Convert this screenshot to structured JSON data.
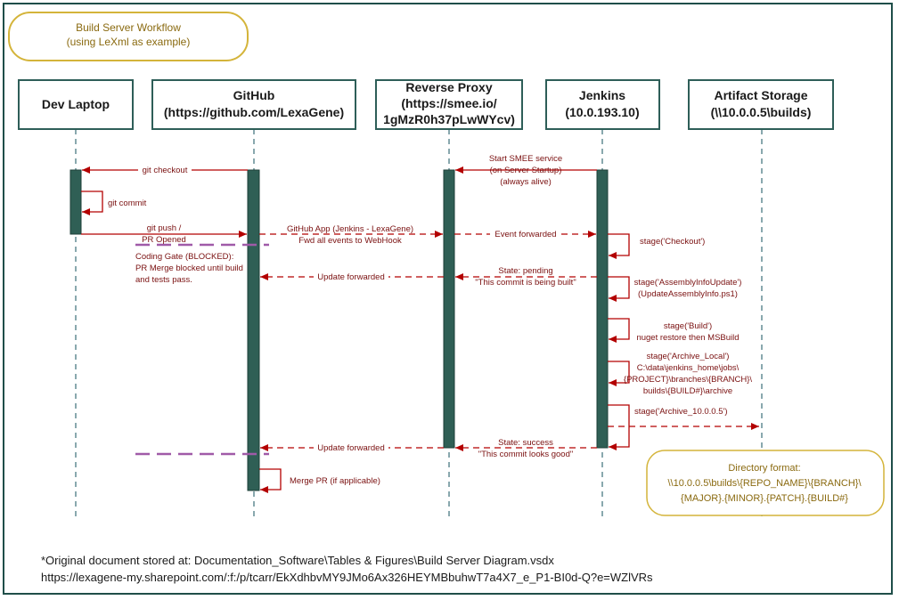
{
  "title_box": {
    "line1": "Build Server Workflow",
    "line2": "(using LeXml as example)"
  },
  "participants": [
    {
      "id": "dev",
      "lines": [
        "Dev Laptop"
      ]
    },
    {
      "id": "github",
      "lines": [
        "GitHub",
        "(https://github.com/LexaGene)"
      ]
    },
    {
      "id": "proxy",
      "lines": [
        "Reverse Proxy",
        "(https://smee.io/",
        "1gMzR0h37pLwWYcv)"
      ]
    },
    {
      "id": "jenkins",
      "lines": [
        "Jenkins",
        "(10.0.193.10)"
      ]
    },
    {
      "id": "artifact",
      "lines": [
        "Artifact Storage",
        "(\\\\10.0.0.5\\builds)"
      ]
    }
  ],
  "messages": {
    "git_checkout": "git checkout",
    "git_commit": "git commit",
    "git_push": [
      "git push /",
      "PR Opened"
    ],
    "coding_gate": [
      "Coding Gate (BLOCKED):",
      "PR Merge blocked until build",
      "and tests pass."
    ],
    "smee_start": [
      "Start SMEE service",
      "(on Server Startup)",
      "(always alive)"
    ],
    "github_app": [
      "GitHub App (Jenkins - LexaGene)",
      "Fwd all events to WebHook"
    ],
    "event_forwarded": "Event forwarded",
    "stage_checkout": "stage('Checkout')",
    "update_forwarded_1": "Update forwarded",
    "state_pending": [
      "State: pending",
      "\"This commit is being built\""
    ],
    "stage_assembly": [
      "stage('AssemblyInfoUpdate')",
      "(UpdateAssemblyInfo.ps1)"
    ],
    "stage_build": [
      "stage('Build')",
      "nuget restore then MSBuild"
    ],
    "stage_archive_local": [
      "stage('Archive_Local')",
      "C:\\data\\jenkins_home\\jobs\\",
      "{PROJECT}\\branches\\{BRANCH}\\",
      "builds\\{BUILD#}\\archive"
    ],
    "stage_archive_remote": "stage('Archive_10.0.0.5')",
    "update_forwarded_2": "Update forwarded",
    "state_success": [
      "State: success",
      "\"This commit looks good\""
    ],
    "merge_pr": "Merge PR (if applicable)"
  },
  "directory_note": {
    "line1": "Directory format:",
    "line2": "\\\\10.0.0.5\\builds\\{REPO_NAME}\\{BRANCH}\\",
    "line3": "{MAJOR}.{MINOR}.{PATCH}.{BUILD#}"
  },
  "footer": {
    "line1": "*Original document stored at: Documentation_Software\\Tables & Figures\\Build Server Diagram.vsdx",
    "line2": "https://lexagene-my.sharepoint.com/:f:/p/tcarr/EkXdhbvMY9JMo6Ax326HEYMBbuhwT7a4X7_e_P1-BI0d-Q?e=WZlVRs"
  },
  "colors": {
    "frame": "#1f4e49",
    "box_border": "#2e5e58",
    "activation": "#2f5f55",
    "arrow": "#b30000",
    "text": "#7a1010",
    "title_border": "#d4b43a",
    "title_text": "#8a6a10",
    "gate_line": "#a05aa8",
    "lifeline": "#3b6f78"
  }
}
